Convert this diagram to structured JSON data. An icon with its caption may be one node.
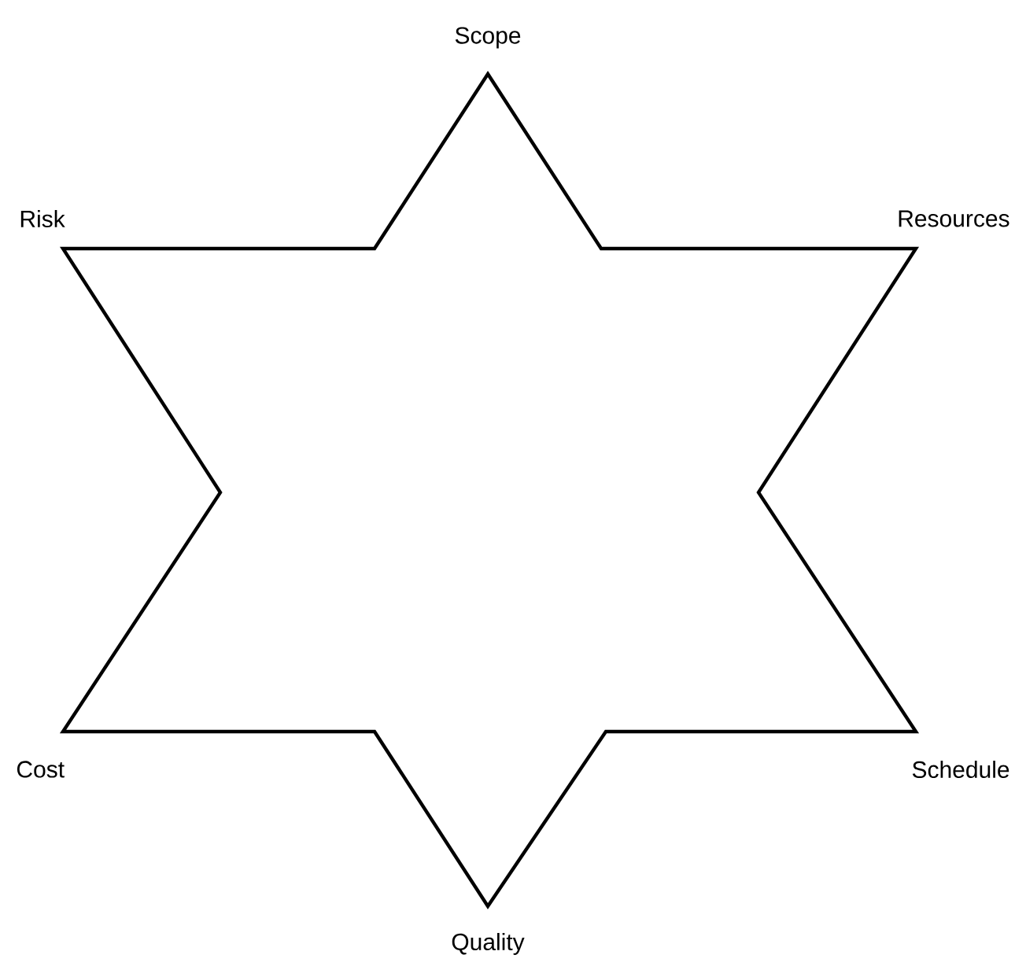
{
  "diagram": {
    "labels": [
      "Scope",
      "Risk",
      "Resources",
      "Cost",
      "Schedule",
      "Quality"
    ]
  }
}
